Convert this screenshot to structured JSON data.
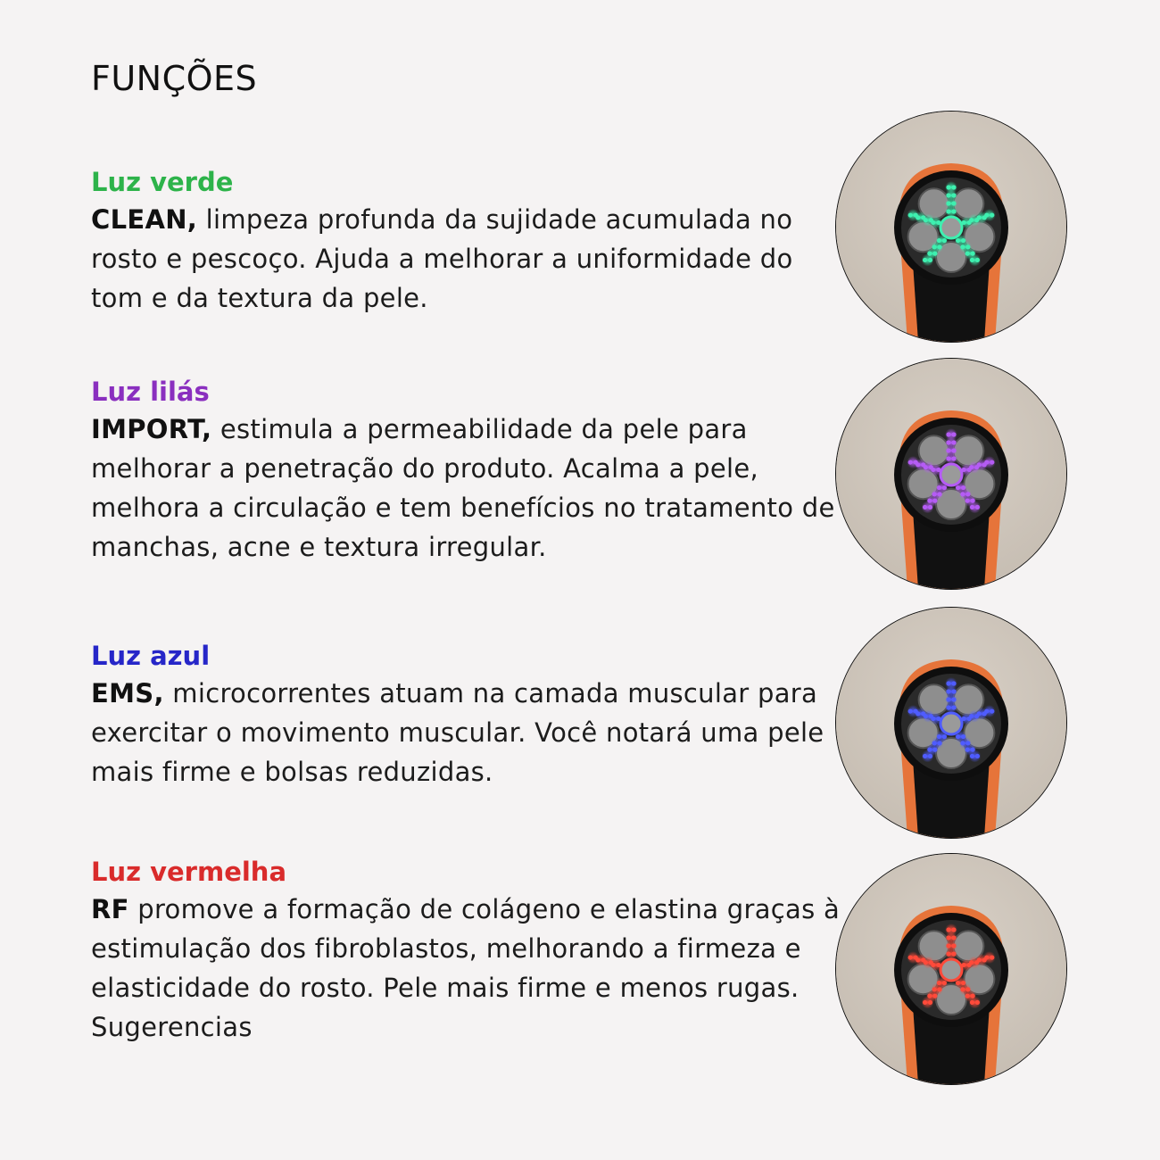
{
  "page": {
    "title": "FUNÇÕES"
  },
  "functions": [
    {
      "heading": "Luz verde",
      "heading_color": "#2db34a",
      "mode": "CLEAN,",
      "text": " limpeza profunda da sujidade acumulada no rosto e pescoço. Ajuda a melhorar a uniformidade do tom e da textura da pele.",
      "light_color": "#3ef0b0",
      "icon": "green-light-device-icon"
    },
    {
      "heading": "Luz lilás",
      "heading_color": "#8a2fbf",
      "mode": "IMPORT,",
      "text": "  estimula a permeabilidade da pele para melhorar a penetração do produto. Acalma a pele, melhora a circulação e tem benefícios no tratamento de manchas, acne e textura irregular.",
      "light_color": "#b55cf5",
      "icon": "purple-light-device-icon"
    },
    {
      "heading": "Luz azul",
      "heading_color": "#2626c8",
      "mode": "EMS,",
      "text": " microcorrentes atuam na camada muscular para exercitar o movimento muscular. Você notará uma pele mais firme e bolsas reduzidas.",
      "light_color": "#4f5cff",
      "icon": "blue-light-device-icon"
    },
    {
      "heading": "Luz vermelha",
      "heading_color": "#d92b2b",
      "mode": "RF",
      "text": " promove a formação de colágeno e elastina graças à estimulação dos fibroblastos, melhorando a firmeza e elasticidade do rosto. Pele mais firme e menos rugas. Sugerencias",
      "light_color": "#ff4a3a",
      "icon": "red-light-device-icon"
    }
  ]
}
